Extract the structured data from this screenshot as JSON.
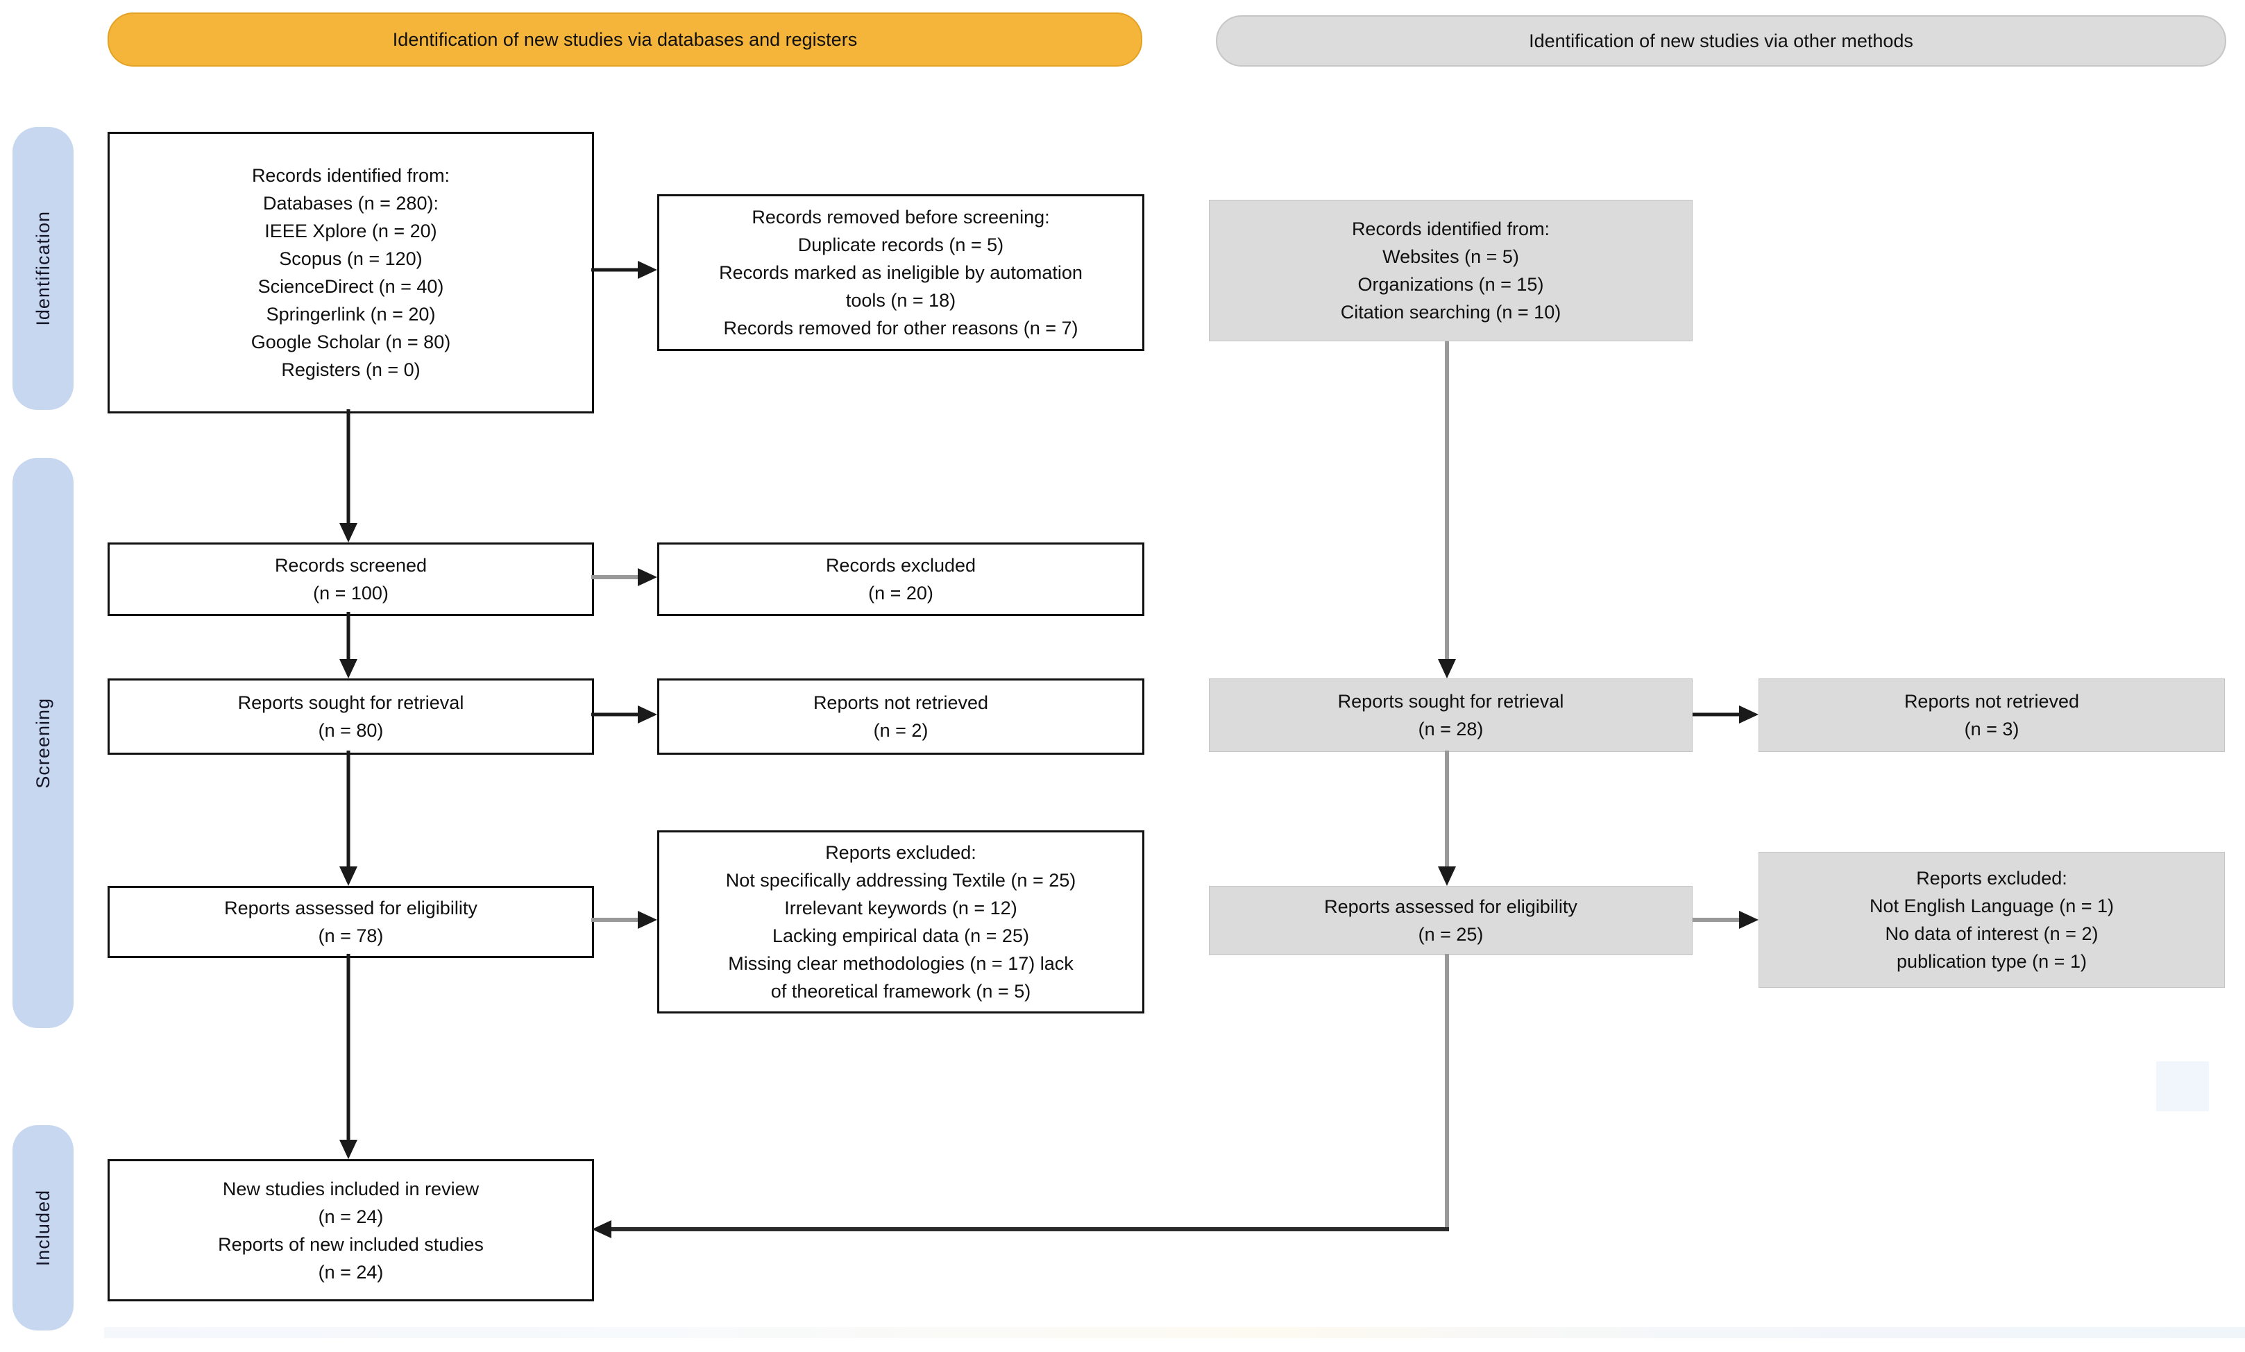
{
  "title_banners": {
    "databases_registers": "Identification of new studies via databases and registers",
    "other_methods": "Identification of new studies via other methods"
  },
  "stage_labels": {
    "identification": "Identification",
    "screening": "Screening",
    "included": "Included"
  },
  "database_register_flow": {
    "records_identified": [
      "Records identified from:",
      "Databases (n = 280):",
      "IEEE Xplore (n = 20)",
      "Scopus (n = 120)",
      "ScienceDirect (n = 40)",
      "Springerlink (n = 20)",
      "Google Scholar (n = 80)",
      "Registers (n = 0)"
    ],
    "records_removed": [
      "Records removed before screening:",
      "Duplicate records (n = 5)",
      "Records marked as ineligible by automation",
      "tools (n = 18)",
      "Records removed for other reasons (n = 7)"
    ],
    "records_screened": [
      "Records screened",
      "(n = 100)"
    ],
    "records_excluded": [
      "Records excluded",
      "(n = 20)"
    ],
    "reports_sought": [
      "Reports sought for retrieval",
      "(n = 80)"
    ],
    "reports_not_retrieved": [
      "Reports not retrieved",
      "(n = 2)"
    ],
    "reports_assessed": [
      "Reports assessed for eligibility",
      "(n = 78)"
    ],
    "reports_excluded": [
      "Reports excluded:",
      "Not specifically addressing Textile (n = 25)",
      "Irrelevant keywords (n = 12)",
      "Lacking empirical data (n = 25)",
      "Missing clear methodologies (n = 17) lack",
      "of theoretical framework (n = 5)"
    ]
  },
  "other_methods_flow": {
    "records_identified": [
      "Records identified from:",
      "Websites (n = 5)",
      "Organizations (n = 15)",
      "Citation searching (n = 10)"
    ],
    "reports_sought": [
      "Reports sought for retrieval",
      "(n = 28)"
    ],
    "reports_not_retrieved": [
      "Reports not retrieved",
      "(n = 3)"
    ],
    "reports_assessed": [
      "Reports assessed for eligibility",
      "(n = 25)"
    ],
    "reports_excluded": [
      "Reports excluded:",
      "Not English Language (n = 1)",
      "No data of interest (n = 2)",
      "publication type (n = 1)"
    ]
  },
  "included_flow": {
    "new_studies_included": [
      "New studies included in review",
      "(n = 24)",
      "Reports of new included studies",
      "(n = 24)"
    ]
  },
  "colors": {
    "banner_databases": "#F5B53A",
    "banner_other": "#DCDCDC",
    "stage_label_fill": "#C7D7EF",
    "gray_box_fill": "#DBDBDB",
    "white_box_border": "#101010",
    "arrow_black": "#1A1A1A",
    "arrow_gray": "#999999"
  }
}
